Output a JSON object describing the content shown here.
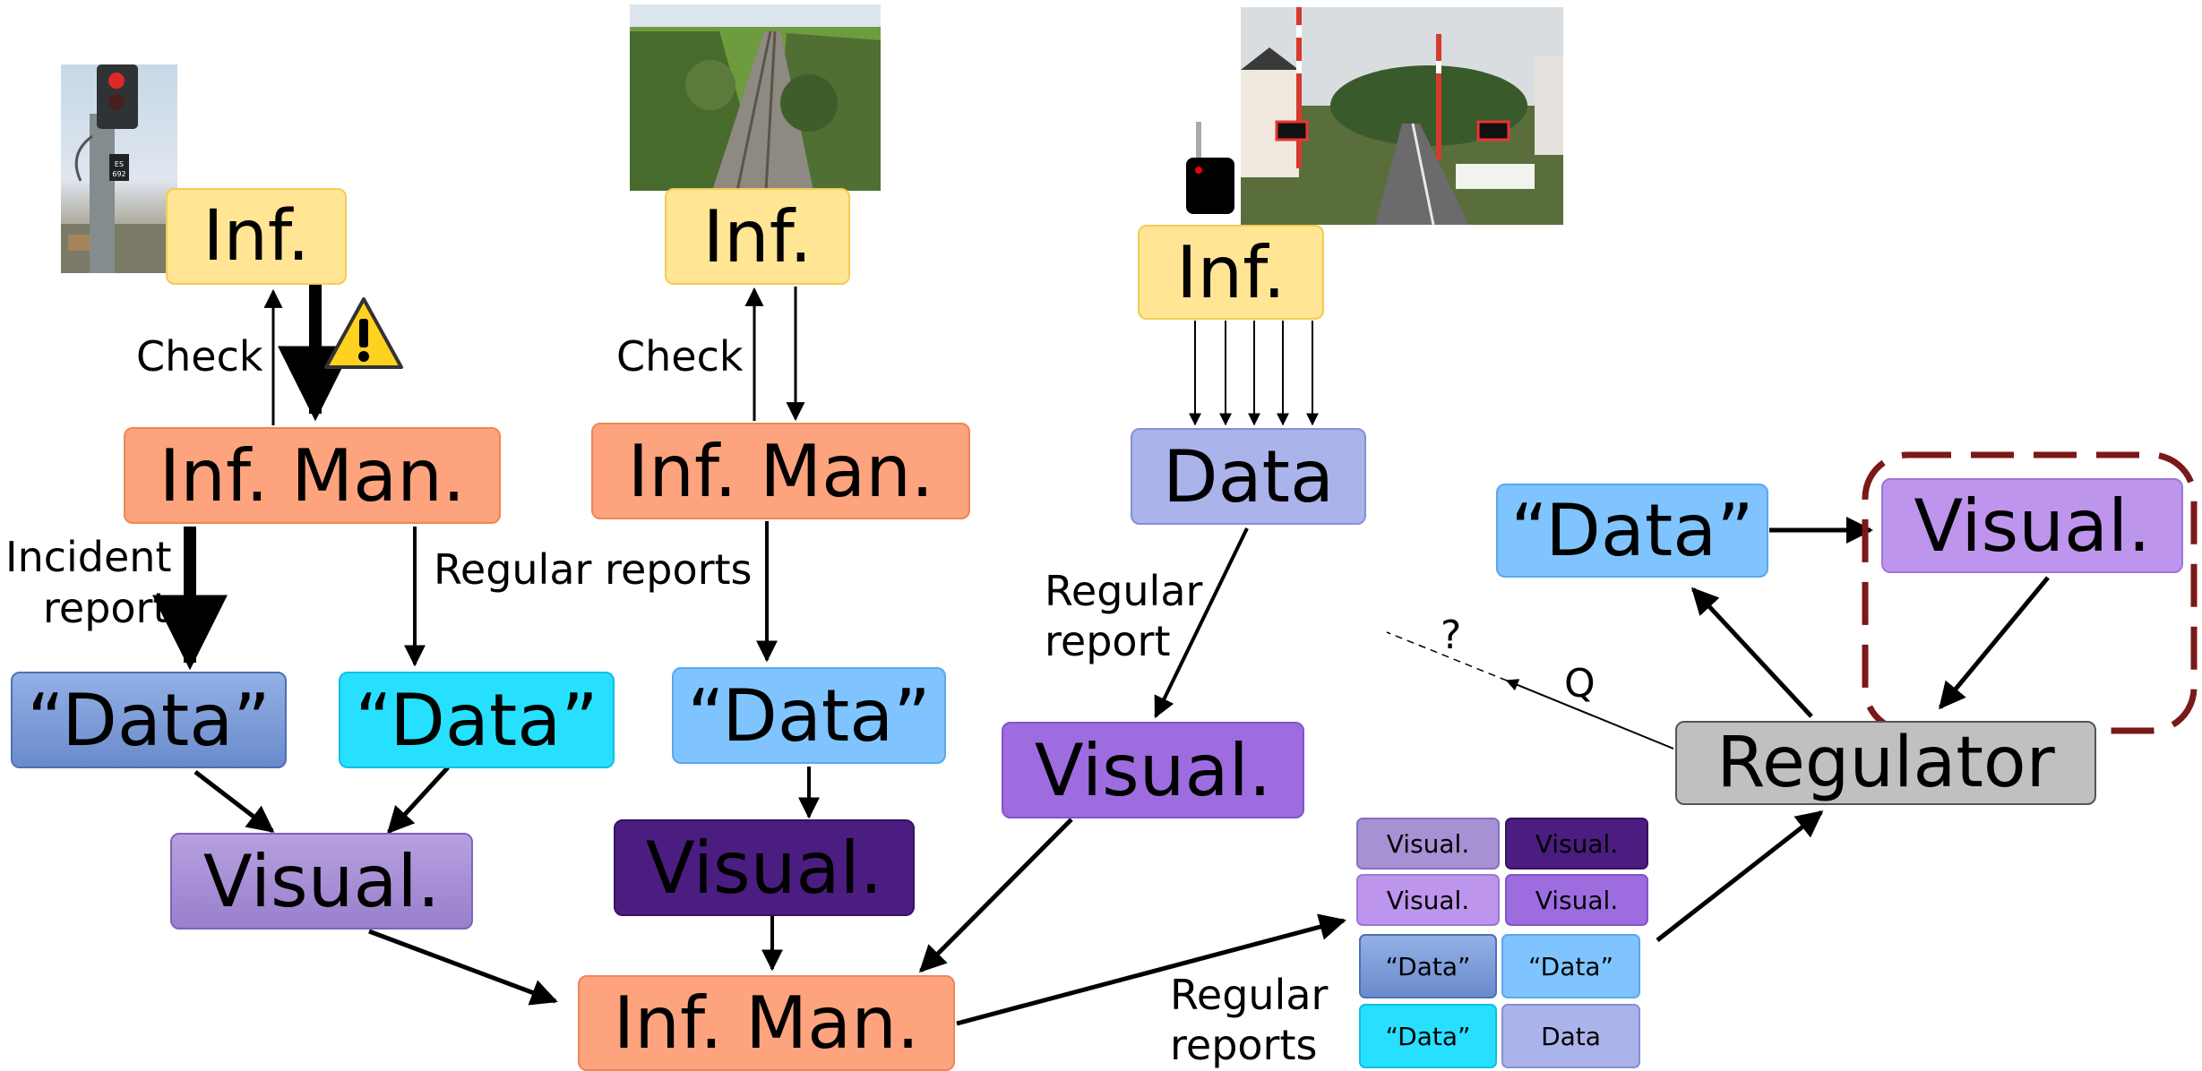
{
  "diagram": {
    "labels": {
      "inf": "Inf.",
      "inf_man": "Inf. Man.",
      "data_quoted": "“Data”",
      "data_plain": "Data",
      "visual": "Visual.",
      "regulator": "Regulator"
    },
    "edge_labels": {
      "check": "Check",
      "incident_line1": "Incident",
      "incident_line2": "report",
      "regular_reports": "Regular reports",
      "regular_line1": "Regular",
      "report_singular": "report",
      "reports_plural": "reports",
      "q": "Q",
      "question": "?"
    },
    "colors": {
      "inf": "#ffe594",
      "inf_man": "#fda37d",
      "data_steel": "#7f9edb",
      "data_cyan": "#27e0ff",
      "data_sky": "#7fc4ff",
      "data_lavender": "#aab3ea",
      "visual_mauve": "#a691d5",
      "visual_dark": "#4b1d80",
      "visual_violet": "#9d6de0",
      "visual_lilac": "#bd95ec",
      "regulator": "#c0c0c0",
      "dashed_outline": "#7b1818",
      "warning": "#ffd21f"
    },
    "icons": [
      "signal-photo",
      "railway-track-photo",
      "level-crossing-photo",
      "warning-icon",
      "small-signal-icon"
    ]
  }
}
